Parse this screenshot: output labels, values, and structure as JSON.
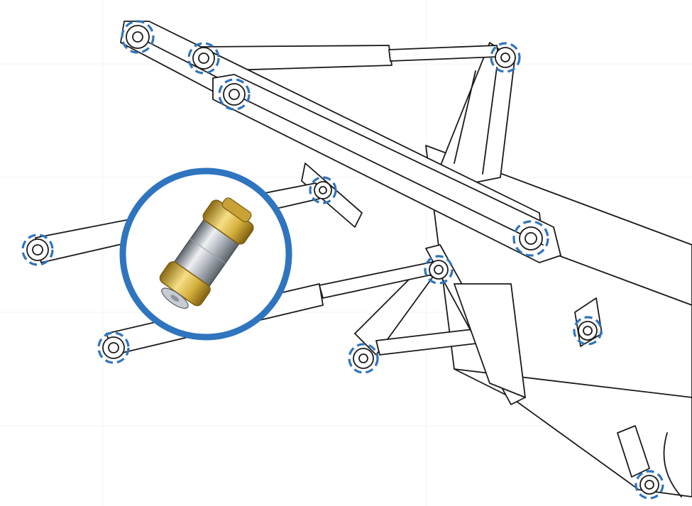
{
  "figure": {
    "subject": "loader-boom-linkage-line-drawing",
    "callout": {
      "icon": "brass-pivot-pin-bushing-icon"
    },
    "pivot_markers": {
      "count": 12,
      "style": "dashed-circle"
    }
  },
  "colors": {
    "background": "#ffffff",
    "line": "#1a1a1a",
    "accent_blue": "#2f74bf",
    "brass_light": "#f0d77a",
    "brass_dark": "#a8841f",
    "steel_light": "#e9ecef",
    "steel_dark": "#6f7680"
  }
}
